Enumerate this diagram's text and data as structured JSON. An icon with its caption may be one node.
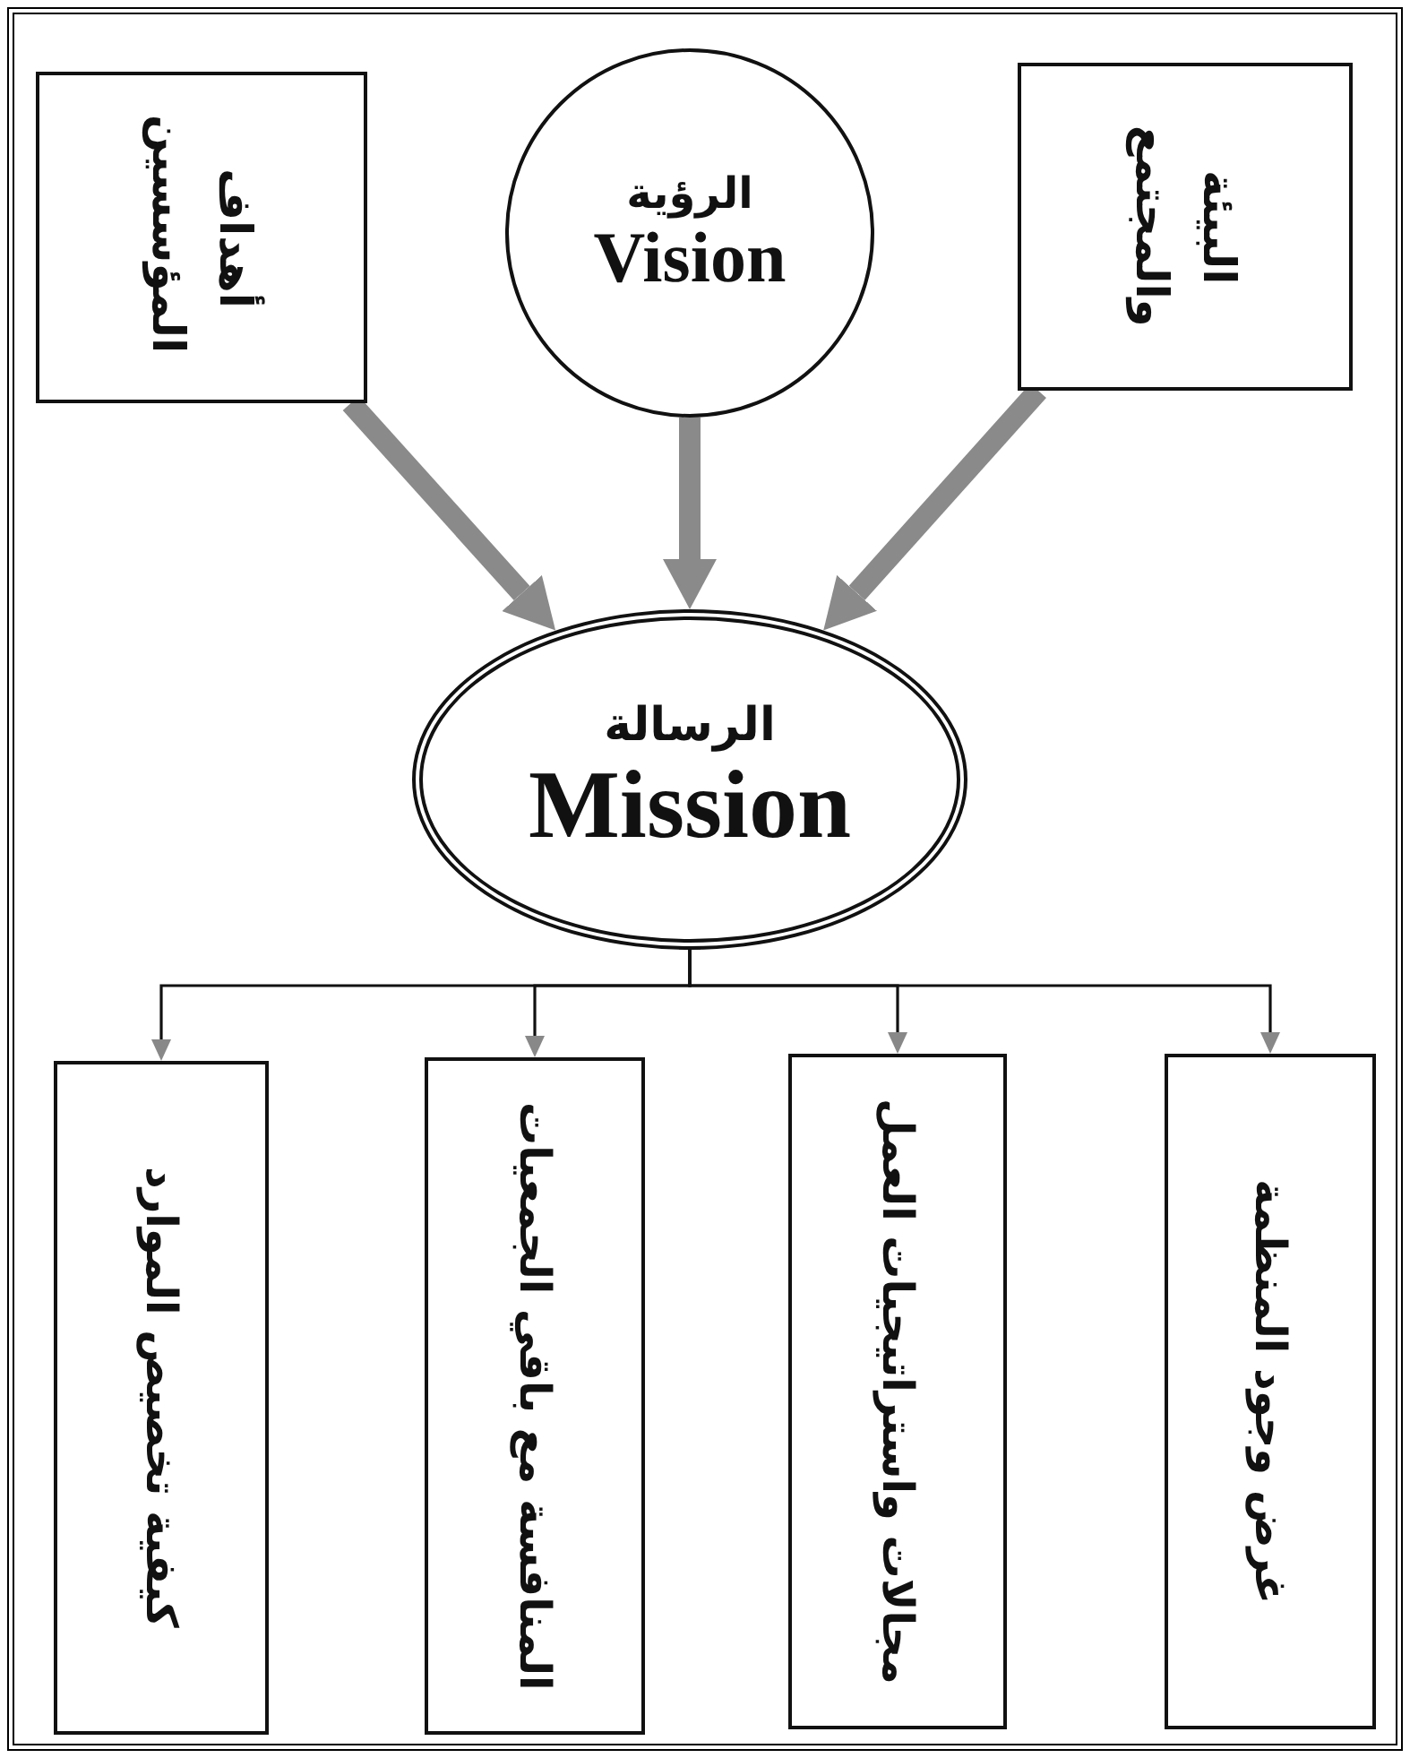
{
  "diagram": {
    "nodes": [
      {
        "text": [
          "أهداف المؤسسين"
        ]
      },
      {
        "text": [
          "الرؤية",
          "Vision"
        ]
      },
      {
        "text": [
          "البيئة والمجتمع"
        ]
      },
      {
        "text": [
          "الرسالة",
          "Mission"
        ]
      },
      {
        "text": [
          "كيفية تخصيص الموارد"
        ]
      },
      {
        "text": [
          "المنافسة مع باقي الجمعيات"
        ]
      },
      {
        "text": [
          "مجالات واستراتيجيات العمل"
        ]
      },
      {
        "text": [
          "غرض وجود المنظمة"
        ]
      }
    ],
    "edges": [
      {
        "from": 0,
        "to": 3,
        "arrow": "to",
        "style": "thick",
        "color": "#8a8a8a"
      },
      {
        "from": 1,
        "to": 3,
        "arrow": "to",
        "style": "thick",
        "color": "#8a8a8a"
      },
      {
        "from": 2,
        "to": 3,
        "arrow": "to",
        "style": "thick",
        "color": "#8a8a8a"
      },
      {
        "from": 3,
        "to": 4,
        "arrow": "to"
      },
      {
        "from": 3,
        "to": 5,
        "arrow": "to"
      },
      {
        "from": 3,
        "to": 6,
        "arrow": "to"
      },
      {
        "from": 3,
        "to": 7,
        "arrow": "to"
      }
    ]
  }
}
